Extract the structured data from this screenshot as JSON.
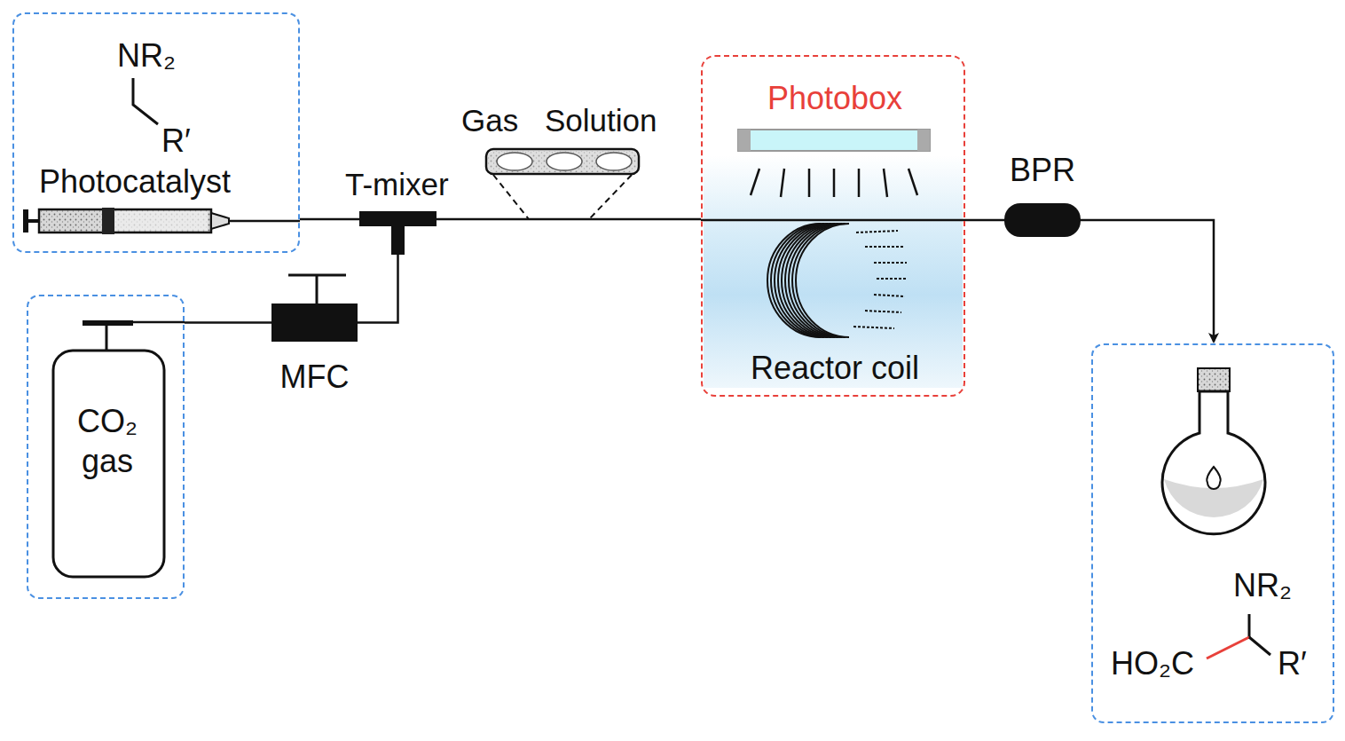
{
  "diagram": {
    "nodes": [
      {
        "text": [
          "NR₂",
          "R′",
          "Photocatalyst"
        ]
      },
      {
        "text": [
          "CO₂ gas"
        ]
      },
      {
        "text": [
          "MFC"
        ]
      },
      {
        "text": [
          "T-mixer"
        ]
      },
      {
        "text": [
          "Photobox",
          "Reactor coil"
        ]
      },
      {
        "text": [
          "BPR"
        ]
      },
      {
        "text": [
          "NR₂",
          "HO₂C",
          "R′"
        ]
      }
    ],
    "edges": [
      {
        "from": 0,
        "to": 3,
        "arrow": "none"
      },
      {
        "from": 1,
        "to": 2,
        "arrow": "none"
      },
      {
        "from": 2,
        "to": 3,
        "arrow": "none"
      },
      {
        "from": 3,
        "to": 4,
        "arrow": "none"
      },
      {
        "from": 4,
        "to": 5,
        "arrow": "none"
      },
      {
        "from": 5,
        "to": 6,
        "arrow": "to"
      }
    ],
    "labels": [
      "Gas",
      "Solution"
    ]
  }
}
